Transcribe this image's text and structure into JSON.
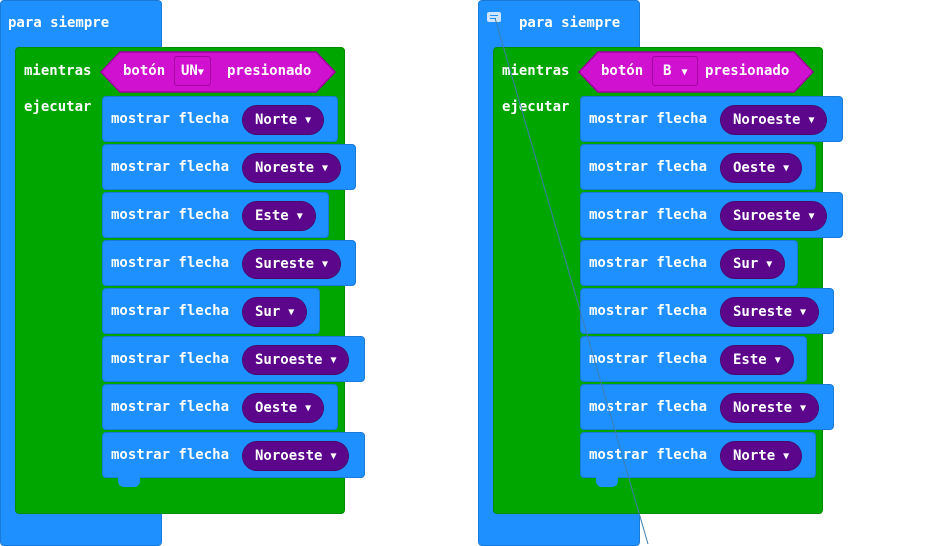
{
  "left": {
    "forever_label": "para siempre",
    "while_label": "mientras",
    "do_label": "ejecutar",
    "button_label": "botón",
    "button_value": "UN",
    "pressed_label": "presionado",
    "statements": [
      {
        "label": "mostrar flecha",
        "value": "Norte"
      },
      {
        "label": "mostrar flecha",
        "value": "Noreste"
      },
      {
        "label": "mostrar flecha",
        "value": "Este"
      },
      {
        "label": "mostrar flecha",
        "value": "Sureste"
      },
      {
        "label": "mostrar flecha",
        "value": "Sur"
      },
      {
        "label": "mostrar flecha",
        "value": "Suroeste"
      },
      {
        "label": "mostrar flecha",
        "value": "Oeste"
      },
      {
        "label": "mostrar flecha",
        "value": "Noroeste"
      }
    ]
  },
  "right": {
    "forever_label": "para siempre",
    "while_label": "mientras",
    "do_label": "ejecutar",
    "button_label": "botón",
    "button_value": "B",
    "pressed_label": "presionado",
    "statements": [
      {
        "label": "mostrar flecha",
        "value": "Noroeste"
      },
      {
        "label": "mostrar flecha",
        "value": "Oeste"
      },
      {
        "label": "mostrar flecha",
        "value": "Suroeste"
      },
      {
        "label": "mostrar flecha",
        "value": "Sur"
      },
      {
        "label": "mostrar flecha",
        "value": "Sureste"
      },
      {
        "label": "mostrar flecha",
        "value": "Este"
      },
      {
        "label": "mostrar flecha",
        "value": "Noreste"
      },
      {
        "label": "mostrar flecha",
        "value": "Norte"
      }
    ]
  },
  "icons": {
    "comment": "comment-icon",
    "caret": "▼"
  }
}
